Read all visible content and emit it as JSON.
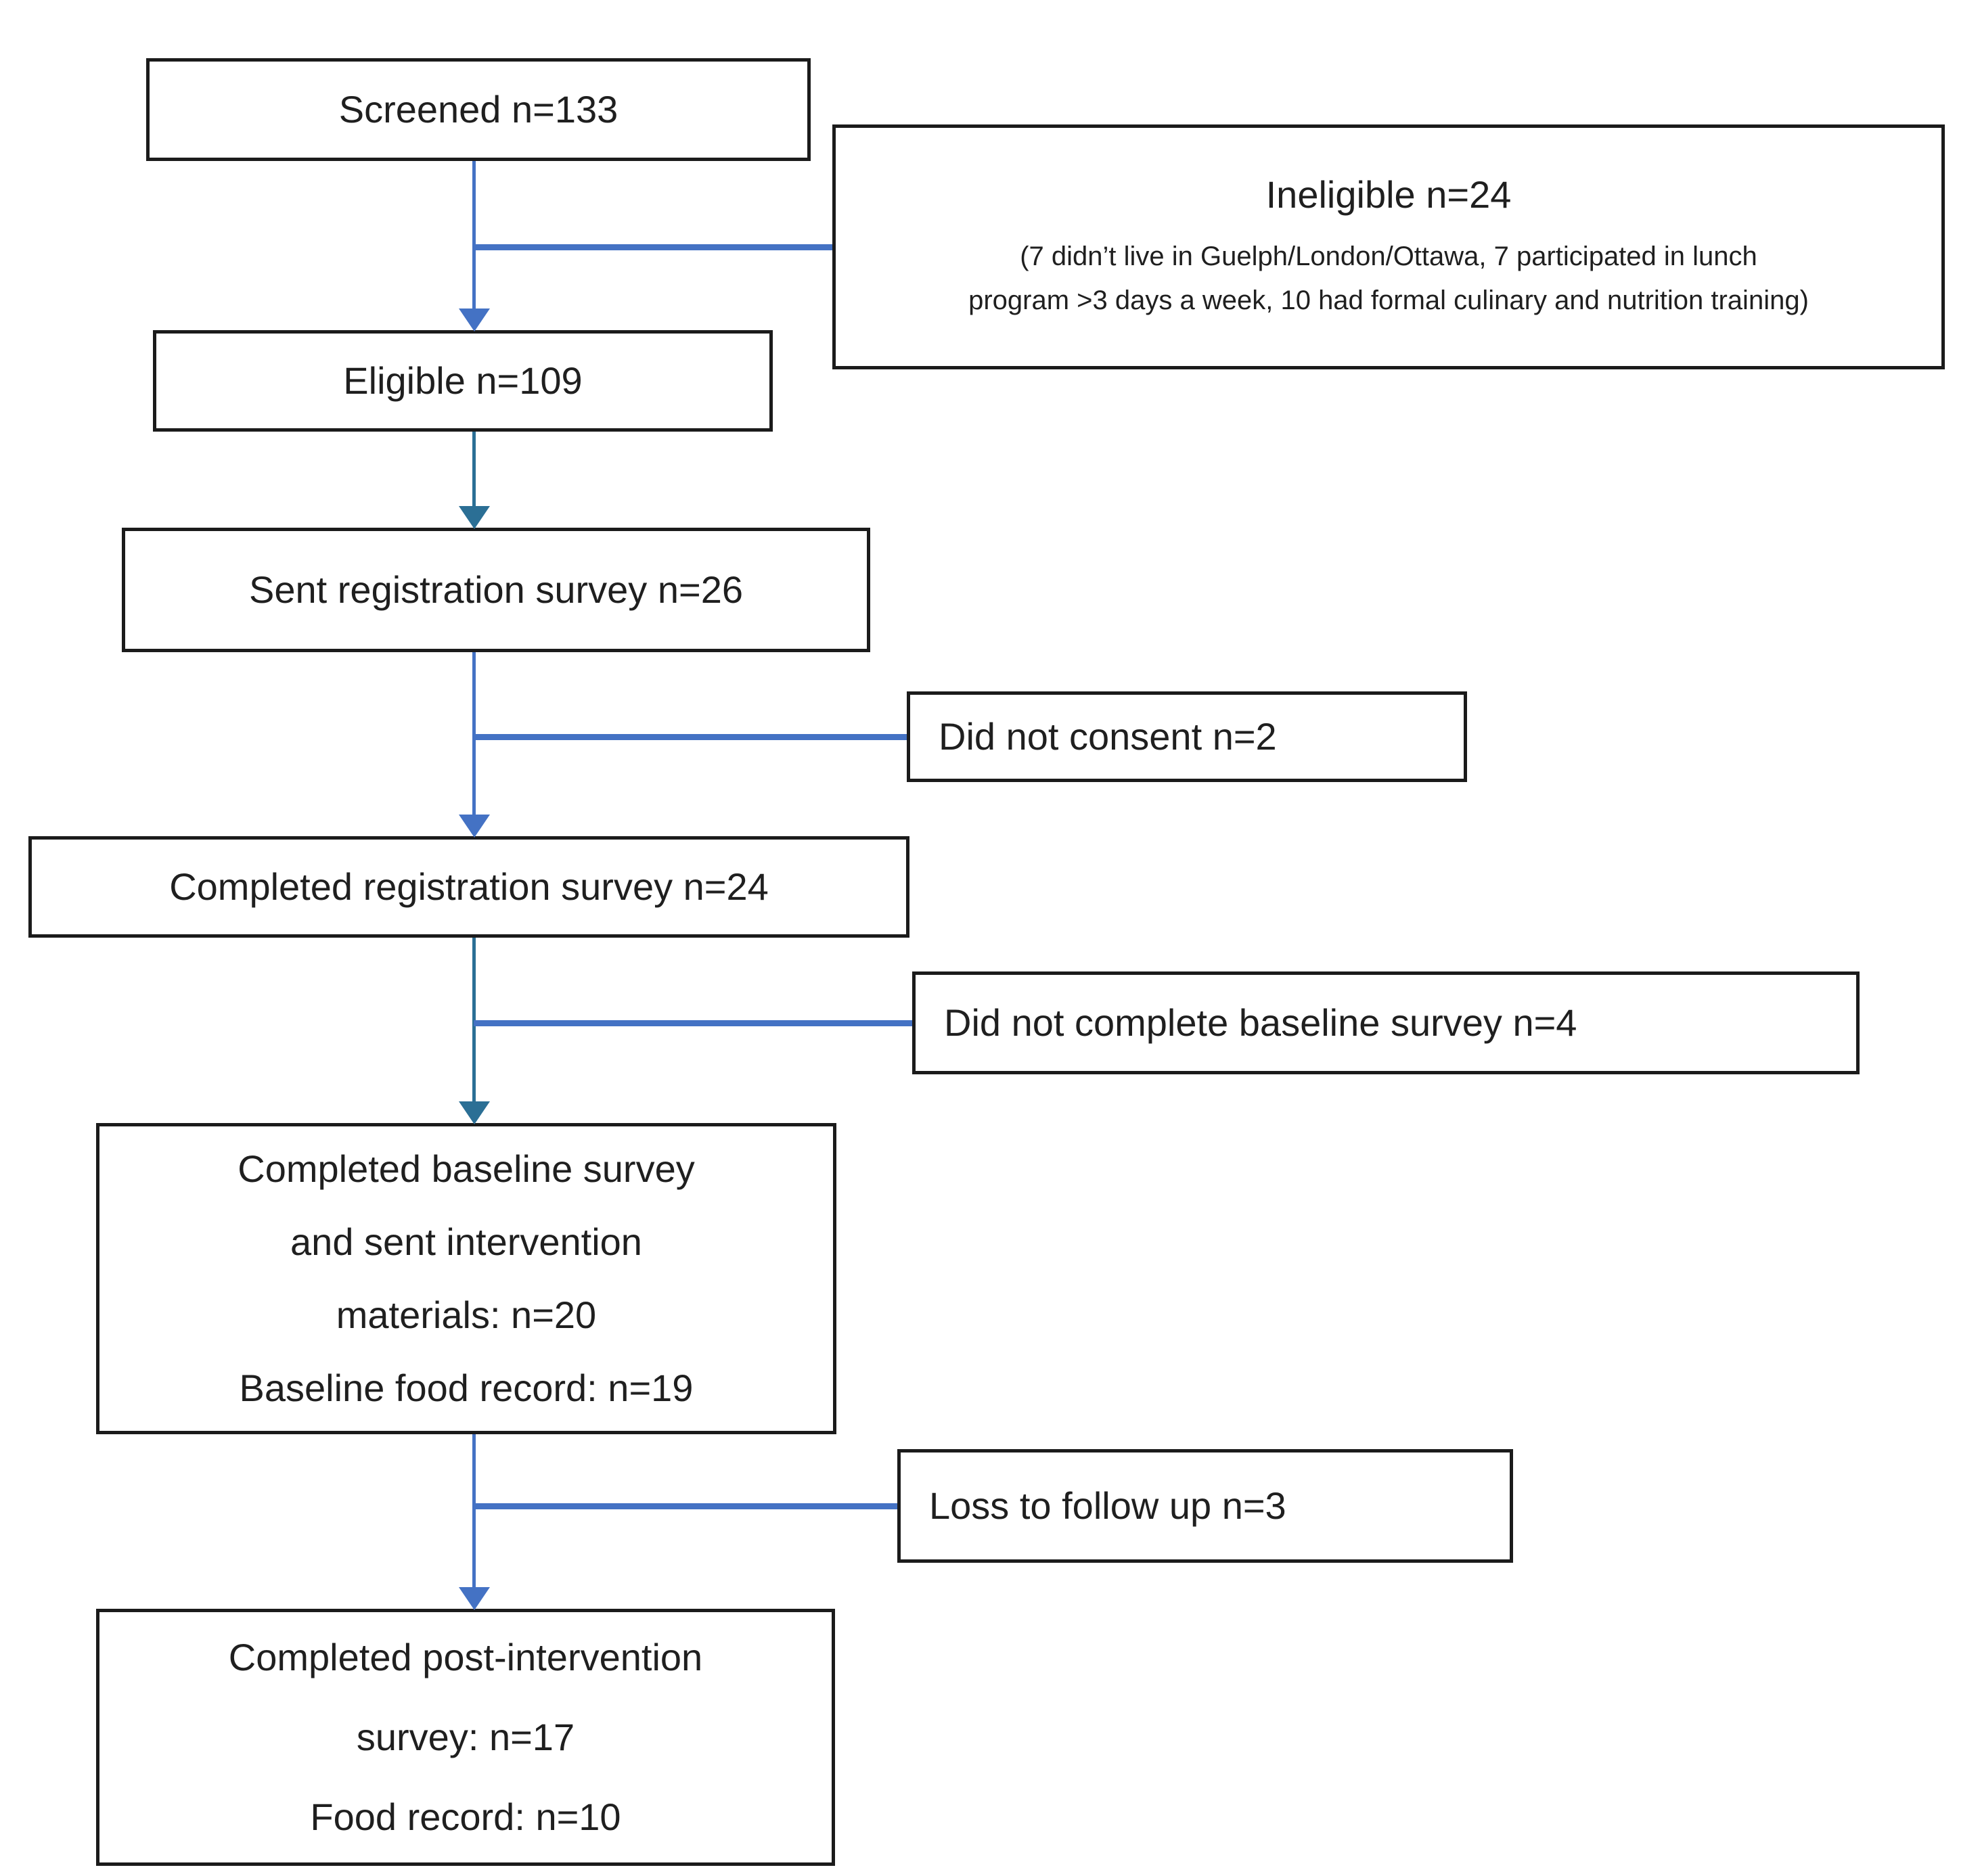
{
  "diagram": {
    "type": "participant-flow-chart",
    "nodes": {
      "screened": {
        "label": "Screened n=133"
      },
      "ineligible": {
        "title": "Ineligible n=24",
        "detail_lines": [
          "(7 didn’t live in Guelph/London/Ottawa, 7 participated in lunch",
          "program >3 days a week, 10 had formal culinary and nutrition training)"
        ]
      },
      "eligible": {
        "label": "Eligible n=109"
      },
      "sent_registration": {
        "label": "Sent registration survey n=26"
      },
      "did_not_consent": {
        "label": "Did not consent n=2"
      },
      "completed_registration": {
        "label": "Completed registration survey n=24"
      },
      "did_not_complete_baseline": {
        "label": "Did not complete baseline survey n=4"
      },
      "completed_baseline": {
        "lines": [
          "Completed baseline survey",
          "and sent intervention",
          "materials: n=20",
          "Baseline food record: n=19"
        ]
      },
      "loss_follow_up": {
        "label": "Loss to follow up n=3"
      },
      "completed_post": {
        "lines": [
          "Completed post-intervention",
          "survey: n=17",
          "Food record: n=10"
        ]
      }
    },
    "colors": {
      "arrow_blue": "#4472C4",
      "arrow_teal": "#2B6F95",
      "box_border": "#1B1B1B"
    }
  }
}
